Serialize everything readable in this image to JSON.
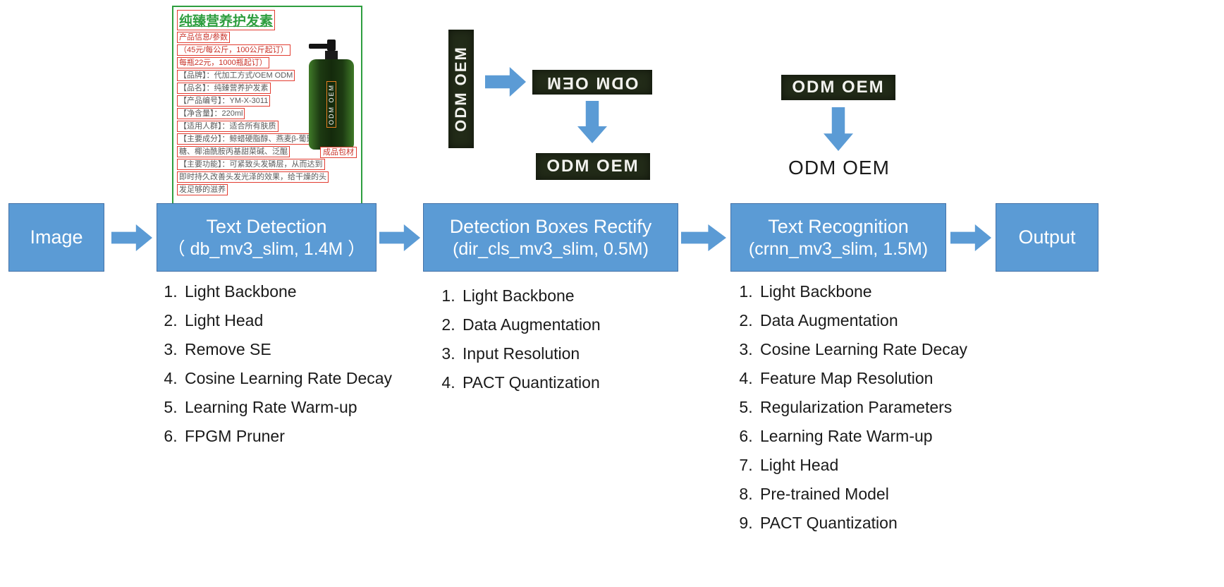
{
  "pipeline": {
    "nodes": {
      "image": {
        "label": "Image"
      },
      "detection": {
        "label": "Text Detection",
        "sub": "（ db_mv3_slim, 1.4M ）"
      },
      "rectify": {
        "label": "Detection Boxes Rectify",
        "sub": "(dir_cls_mv3_slim, 0.5M)"
      },
      "recognition": {
        "label": "Text Recognition",
        "sub": "(crnn_mv3_slim, 1.5M)"
      },
      "output": {
        "label": "Output"
      }
    },
    "lists": {
      "detection": [
        "Light Backbone",
        "Light Head",
        "Remove SE",
        "Cosine Learning Rate Decay",
        "Learning Rate Warm-up",
        "FPGM Pruner"
      ],
      "rectify": [
        "Light Backbone",
        "Data Augmentation",
        "Input Resolution",
        "PACT Quantization"
      ],
      "recognition": [
        "Light Backbone",
        "Data Augmentation",
        "Cosine Learning Rate Decay",
        "Feature Map Resolution",
        "Regularization Parameters",
        "Learning Rate Warm-up",
        "Light Head",
        "Pre-trained Model",
        "PACT Quantization"
      ]
    }
  },
  "samples": {
    "crop_text": "ODM OEM",
    "recognized_text": "ODM OEM"
  },
  "product_card": {
    "title": "纯臻营养护发素",
    "lines": [
      "产品信息/参数",
      "（45元/每公斤，100公斤起订）",
      "每瓶22元，1000瓶起订）",
      "【品牌】：代加工方式/OEM ODM",
      "【品名】：纯臻营养护发素",
      "【产品编号】：YM-X-3011",
      "【净含量】：220ml",
      "【适用人群】：适合所有肤质",
      "【主要成分】：鲸蜡硬脂醇、燕麦β-葡聚",
      "糖、椰油酰胺丙基甜菜碱、泛醌",
      "【主要功能】：可紧致头发磷层，从而达到",
      "即时持久改善头发光泽的效果，给干燥的头",
      "发足够的滋养"
    ],
    "packaging_label": "成品包材",
    "bottle_label": "ODM OEM"
  },
  "colors": {
    "node_fill": "#5B9BD5",
    "arrow": "#5B9BD5",
    "crop_bg": "#222b18",
    "detect_box": "#e23c30",
    "card_border": "#2e9e3f"
  }
}
